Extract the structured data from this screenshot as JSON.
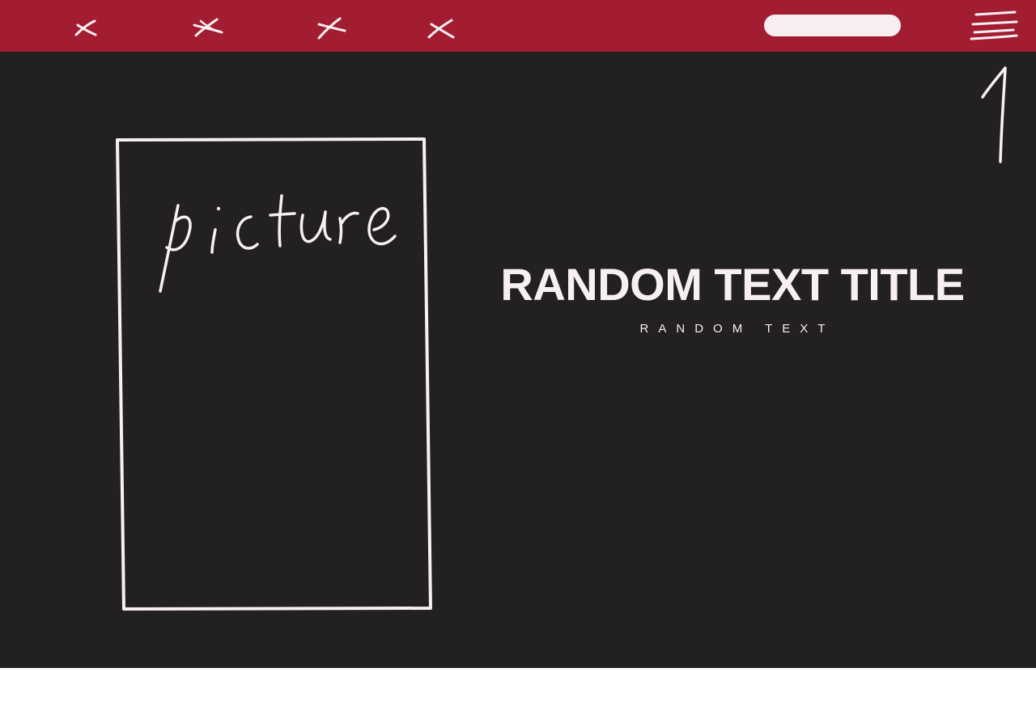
{
  "header": {
    "background_color": "#a31d32",
    "nav_items": [
      {
        "icon": "x-mark-icon"
      },
      {
        "icon": "x-mark-icon"
      },
      {
        "icon": "x-mark-icon"
      },
      {
        "icon": "x-mark-icon"
      }
    ],
    "search_pill": {
      "placeholder": ""
    },
    "menu": {
      "icon": "hamburger-menu-icon"
    }
  },
  "main": {
    "background_color": "#232022",
    "page_number": "1",
    "picture_placeholder": {
      "label": "picture"
    },
    "title": "RANDOM TEXT TITLE",
    "subtitle": "RANDOM TEXT"
  },
  "colors": {
    "ink": "#f8eff2"
  }
}
